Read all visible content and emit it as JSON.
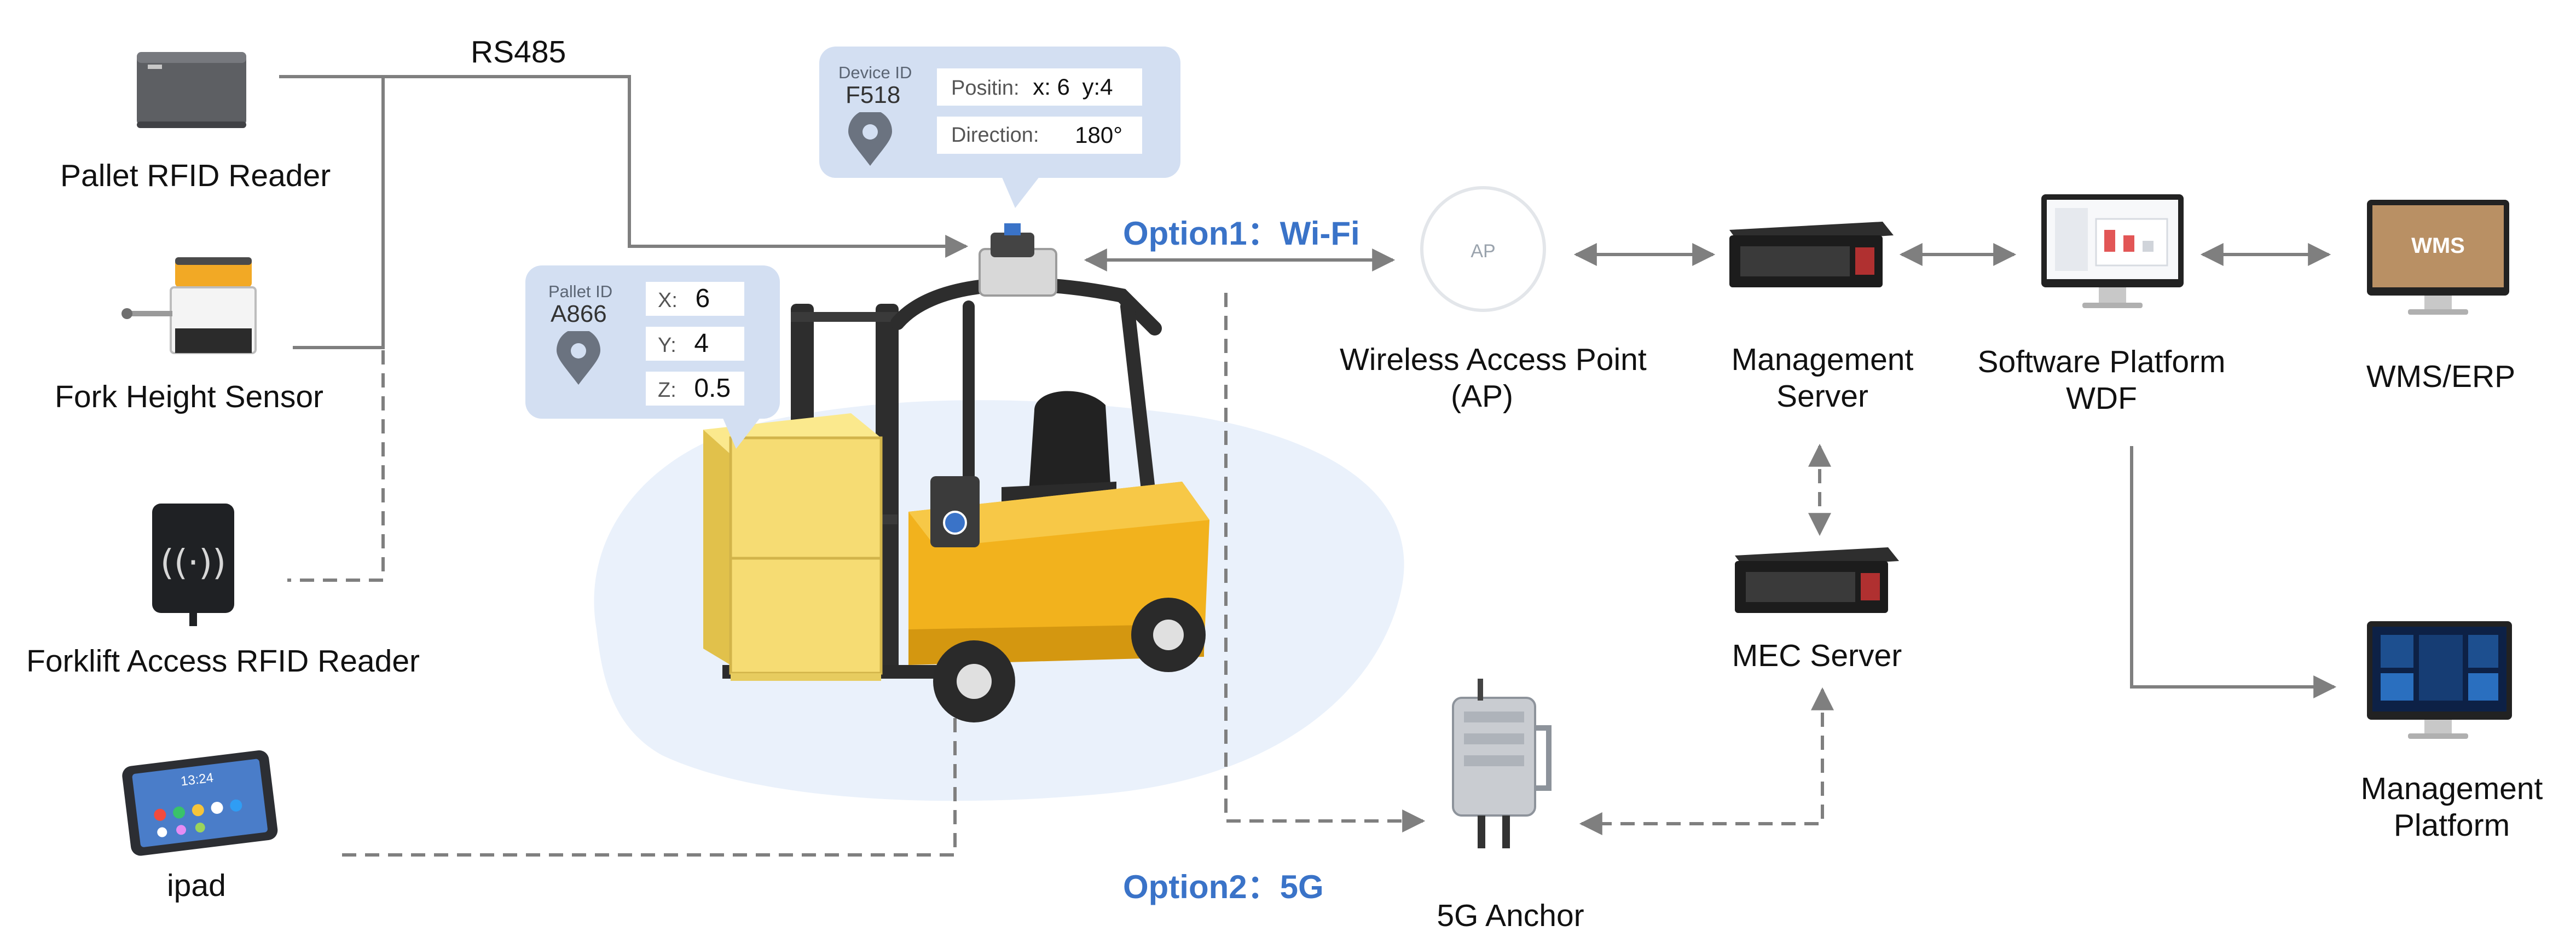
{
  "connections": {
    "rs485": "RS485",
    "option1_prefix": "Option1：",
    "option1_name": "Wi-Fi",
    "option2_prefix": "Option2：",
    "option2_name": "5G"
  },
  "devices": {
    "pallet_rfid_reader": "Pallet RFID Reader",
    "fork_height_sensor": "Fork Height Sensor",
    "forklift_access_rfid_reader": "Forklift Access RFID Reader",
    "ipad": "ipad",
    "ipad_clock": "13:24",
    "ap_badge": "AP",
    "wireless_ap_line1": "Wireless Access Point",
    "wireless_ap_line2": "(AP)",
    "management_server_line1": "Management",
    "management_server_line2": "Server",
    "software_platform_line1": "Software Platform",
    "software_platform_line2": "WDF",
    "wms_erp": "WMS/ERP",
    "wms_screen": "WMS",
    "mec_server": "MEC Server",
    "anchor_5g": "5G Anchor",
    "management_platform_line1": "Management",
    "management_platform_line2": "Platform"
  },
  "device_card": {
    "caption": "Device ID",
    "id": "F518",
    "position_label": "Positin:",
    "position_x": "x: 6",
    "position_y": "y:4",
    "direction_label": "Direction:",
    "direction_value": "180°"
  },
  "pallet_card": {
    "caption": "Pallet ID",
    "id": "A866",
    "x_label": "X:",
    "x_value": "6",
    "y_label": "Y:",
    "y_value": "4",
    "z_label": "Z:",
    "z_value": "0.5"
  },
  "colors": {
    "accent_blue": "#3a73c8",
    "card_bg": "#d3dff2",
    "line_gray": "#7f7f7f",
    "forklift_yellow": "#f2b21d",
    "pallet_box": "#f6dc73",
    "shadow_blob": "#eaf1fb"
  }
}
